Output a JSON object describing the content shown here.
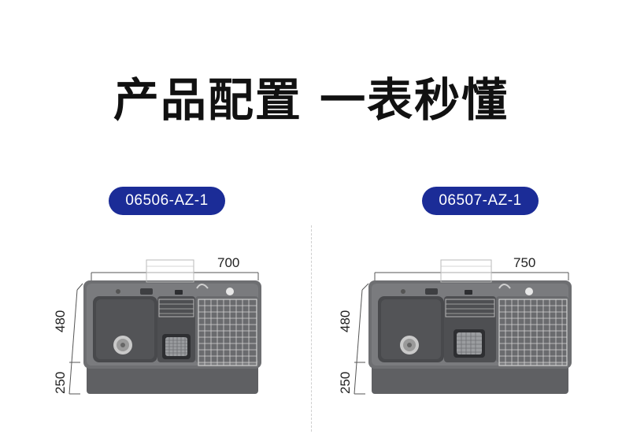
{
  "heading": "产品配置 一表秒懂",
  "products": [
    {
      "model": "06506-AZ-1",
      "width_label": "700",
      "length_label": "480",
      "depth_label": "250"
    },
    {
      "model": "06507-AZ-1",
      "width_label": "750",
      "length_label": "480",
      "depth_label": "250"
    }
  ],
  "colors": {
    "pill": "#1b2c97",
    "sink_body": "#6e6f72",
    "sink_dark": "#48494c"
  }
}
